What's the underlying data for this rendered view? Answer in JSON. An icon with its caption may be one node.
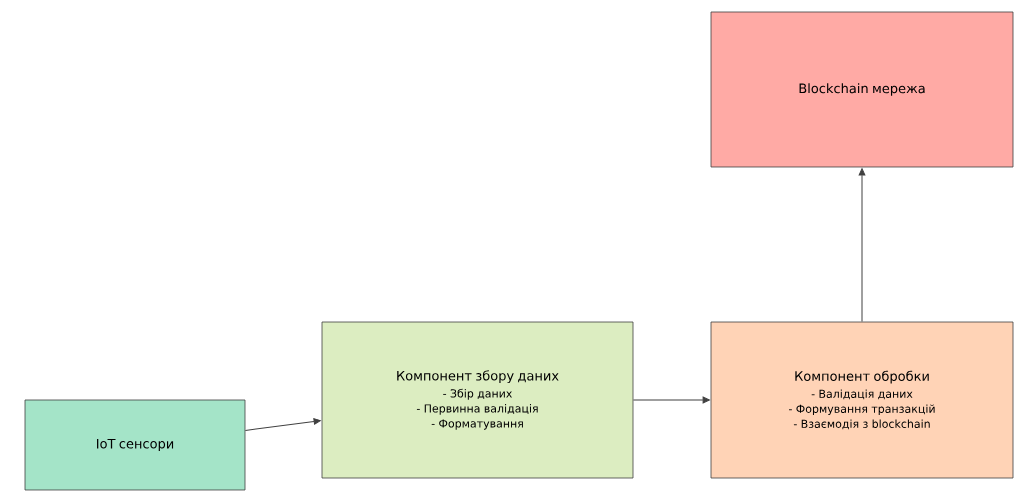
{
  "diagram": {
    "nodes": [
      {
        "text": [
          "IoT сенсори"
        ]
      },
      {
        "text": [
          "Компонент збору даних",
          "- Збір даних",
          "- Первинна валідація",
          "- Форматування"
        ]
      },
      {
        "text": [
          "Компонент обробки",
          "- Валідація даних",
          "- Формування транзакцій",
          "- Взаємодія з blockchain"
        ]
      },
      {
        "text": [
          "Blockchain мережа"
        ]
      }
    ],
    "edges": [
      {
        "from": 0,
        "to": 1,
        "arrow": "to"
      },
      {
        "from": 1,
        "to": 2,
        "arrow": "to"
      },
      {
        "from": 2,
        "to": 3,
        "arrow": "to"
      }
    ]
  }
}
